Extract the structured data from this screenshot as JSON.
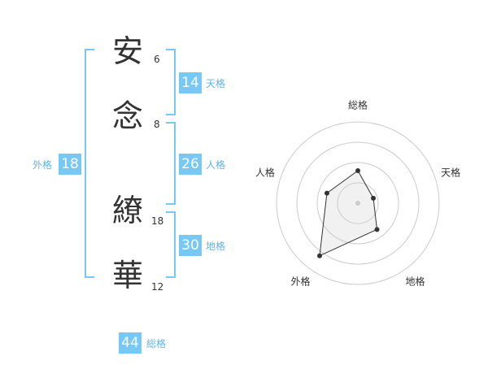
{
  "characters": [
    {
      "glyph": "安",
      "strokes": "6"
    },
    {
      "glyph": "念",
      "strokes": "8"
    },
    {
      "glyph": "繚",
      "strokes": "18"
    },
    {
      "glyph": "華",
      "strokes": "12"
    }
  ],
  "fortunes": {
    "tenkaku": {
      "value": "14",
      "label": "天格"
    },
    "jinkaku": {
      "value": "26",
      "label": "人格"
    },
    "chikaku": {
      "value": "30",
      "label": "地格"
    },
    "gaikaku": {
      "value": "18",
      "label": "外格"
    },
    "soukaku": {
      "value": "44",
      "label": "総格"
    }
  },
  "colors": {
    "accent": "#78c8f5",
    "accent_text": "#60b4e8",
    "text": "#333333"
  },
  "chart_data": {
    "type": "radar",
    "axes": [
      "総格",
      "天格",
      "地格",
      "外格",
      "人格"
    ],
    "values": [
      2,
      1,
      2,
      4,
      2
    ],
    "rmax": 5,
    "rings": 4,
    "grid": true
  }
}
